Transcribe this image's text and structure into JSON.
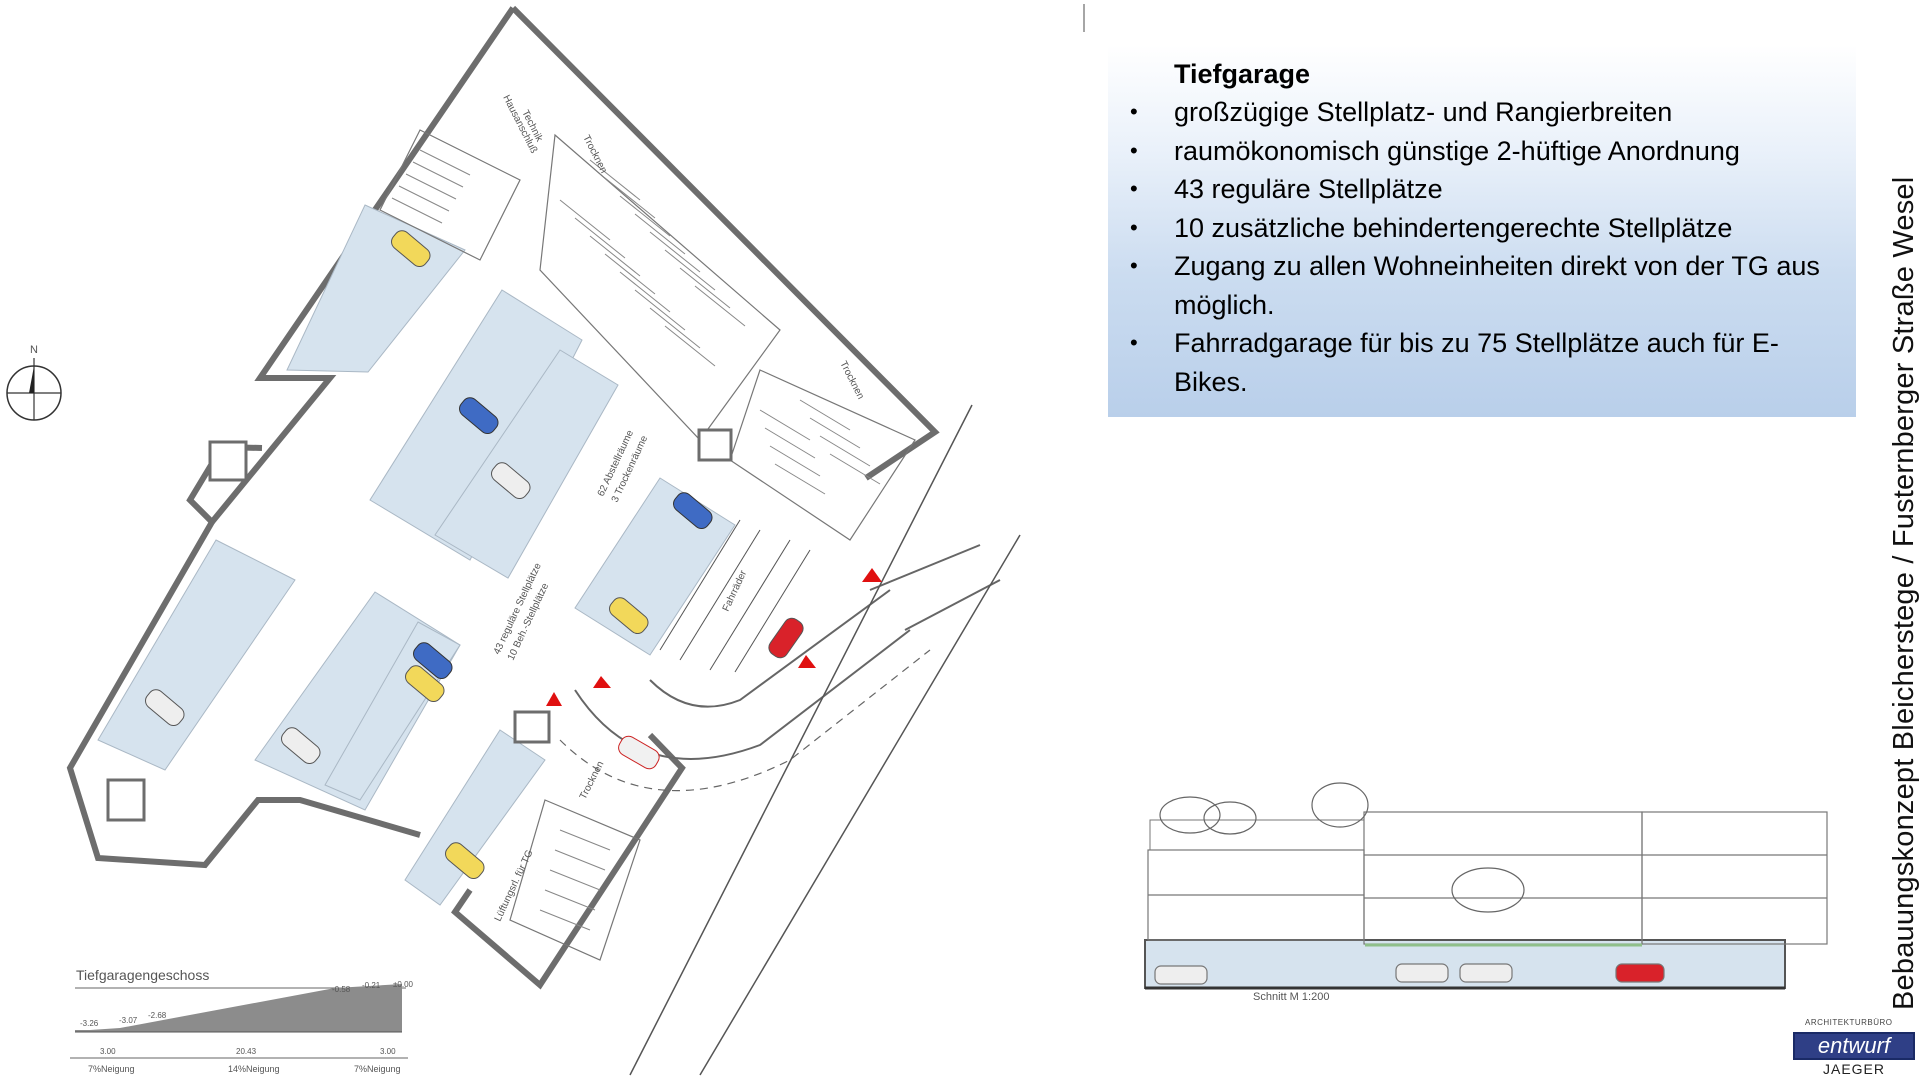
{
  "info": {
    "title": "Tiefgarage",
    "bullets": [
      "großzügige Stellplatz- und Rangierbreiten",
      "raumökonomisch günstige 2-hüftige Anordnung",
      "43 reguläre Stellplätze",
      "10 zusätzliche behindertengerechte Stellplätze",
      "Zugang zu allen Wohneinheiten direkt von der TG aus möglich.",
      "Fahrradgarage für bis zu 75 Stellplätze auch für E-Bikes."
    ]
  },
  "side_title": "Bebauungskonzept Bleicherstege / Fusternberger Straße Wesel",
  "plan": {
    "compass": "N",
    "rooms": {
      "hausanschluss_line1": "Hausanschluß",
      "hausanschluss_line2": "Technik",
      "trocknen": "Trocknen",
      "abstellraeume_line1": "62 Abstellräume",
      "abstellraeume_line2": "3 Trockenräume",
      "stellplaetze_line1": "43 reguläre Stellplätze",
      "stellplaetze_line2": "10 Beh.-Stellplätze",
      "fahrraeder": "Fahrräder",
      "lueftung": "Lüftungsrl. für TG"
    },
    "section_label": "Schnitt  M 1:200"
  },
  "ramp": {
    "title": "Tiefgaragengeschoss",
    "levels": [
      "-3.26",
      "-3.07",
      "-2.68",
      "-0.58",
      "-0.21",
      "±0.00"
    ],
    "lengths": [
      "3.00",
      "20.43",
      "3.00"
    ],
    "slopes": [
      "7%Neigung",
      "14%Neigung",
      "7%Neigung"
    ]
  },
  "logo": {
    "top": "ARCHITEKTURBÜRO",
    "brand": "entwurf",
    "bottom": "JAEGER",
    "color": "#2f3f86"
  },
  "colors": {
    "parking": "#d6e3ee",
    "wall": "#6d6d6d",
    "arrow": "#e01010"
  }
}
